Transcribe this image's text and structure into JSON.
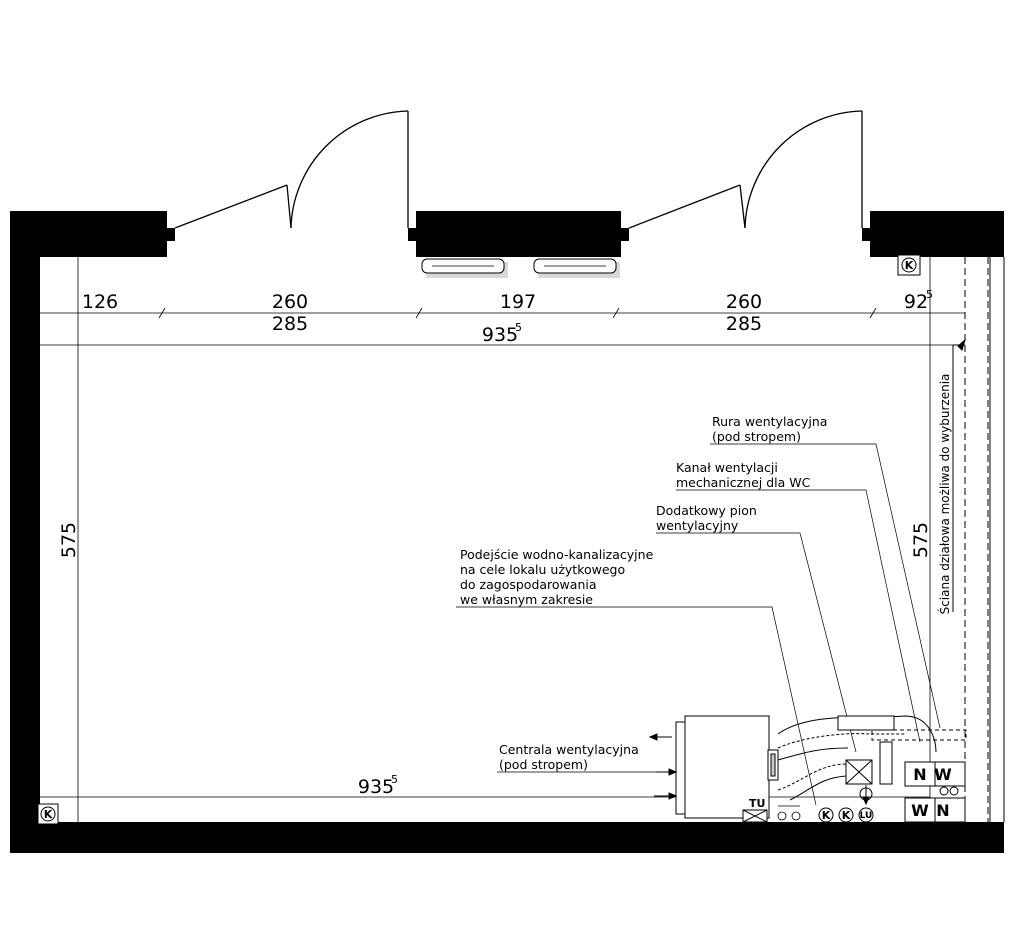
{
  "dimensions": {
    "top_segments": [
      "126",
      "260",
      "197",
      "260",
      "92"
    ],
    "top_segment_last_superscript": "5",
    "openings": [
      "285",
      "285"
    ],
    "total_top": "935",
    "total_top_superscript": "5",
    "height_left": "575",
    "height_right": "575",
    "total_bottom": "935",
    "total_bottom_superscript": "5"
  },
  "labels": {
    "ventilation_pipe": [
      "Rura wentylacyjna",
      "(pod stropem)"
    ],
    "wc_duct": [
      "Kanał wentylacji",
      "mechanicznej dla WC"
    ],
    "additional_riser": [
      "Dodatkowy pion",
      "wentylacyjny"
    ],
    "water_sewage": [
      "Podejście wodno-kanalizacyjne",
      "na cele lokalu użytkowego",
      "do zagospodarowania",
      "we własnym zakresie"
    ],
    "ventilation_unit": [
      "Centrala wentylacyjna",
      "(pod stropem)"
    ],
    "partition_wall": "Ściana działowa możliwa do wyburzenia"
  },
  "symbols": {
    "k": "K",
    "tu": "TU",
    "lu": "LU",
    "n": "N",
    "w": "W"
  }
}
